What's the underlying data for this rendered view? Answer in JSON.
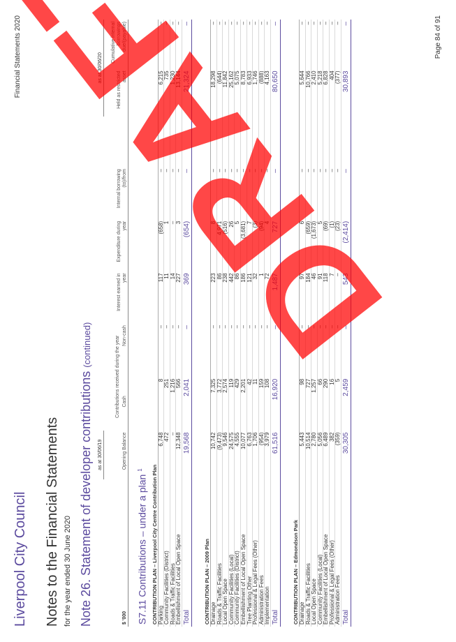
{
  "header": {
    "organisation": "Liverpool City Council",
    "document_title": "Notes to the Financial Statements",
    "period": "for the year ended 30 June 2020",
    "note_title": "Note 26. Statement of developer contributions",
    "note_title_suffix": "(continued)",
    "report_name": "Financial Statements 2020"
  },
  "table": {
    "as_at_opening": "as at 30/06/19",
    "as_at_closing": "as at 30/06/20",
    "columns": {
      "units": "$ '000",
      "opening": "Opening Balance",
      "contrib_group": "Contributions received during the year",
      "cash": "Cash",
      "noncash": "Non-cash",
      "interest": "Interest earned in year",
      "expenditure": "Expenditure during year",
      "borrowing": "Internal borrowing (to)/from",
      "restricted": "Held as restricted asset",
      "cumulative": "Cumulative internal borrowings due/(payable)"
    },
    "section_title": "S7.11 Contributions – under a plan",
    "section_superscript": "1",
    "total_label": "Total"
  },
  "plans": [
    {
      "title": "CONTRIBUTION PLAN – Liverpool City Centre Contribution Plan",
      "rows": [
        {
          "label": "Parking",
          "opening": "6,748",
          "cash": "8",
          "noncash": "–",
          "interest": "117",
          "expenditure": "(658)",
          "borrowing": "–",
          "restricted": "6,215",
          "cumulative": "–"
        },
        {
          "label": "Community Facilities (District)",
          "opening": "472",
          "cash": "251",
          "noncash": "–",
          "interest": "11",
          "expenditure": "1",
          "borrowing": "–",
          "restricted": "735",
          "cumulative": "–"
        },
        {
          "label": "Roads & Traffic Facilities",
          "opening": "–",
          "cash": "1,216",
          "noncash": "–",
          "interest": "14",
          "expenditure": "–",
          "borrowing": "–",
          "restricted": "1,230",
          "cumulative": "–"
        },
        {
          "label": "Embellishment of Local Open Space",
          "opening": "12,348",
          "cash": "566",
          "noncash": "–",
          "interest": "227",
          "expenditure": "3",
          "borrowing": "–",
          "restricted": "13,144",
          "cumulative": "–"
        }
      ],
      "total": {
        "opening": "19,568",
        "cash": "2,041",
        "noncash": "–",
        "interest": "369",
        "expenditure": "(654)",
        "borrowing": "–",
        "restricted": "21,324",
        "cumulative": "–"
      }
    },
    {
      "title": "CONTRIBUTION PLAN – 2009 Plan",
      "rows": [
        {
          "label": "Drainage",
          "opening": "10,742",
          "cash": "7,325",
          "noncash": "–",
          "interest": "223",
          "expenditure": "8",
          "borrowing": "–",
          "restricted": "18,298",
          "cumulative": "–"
        },
        {
          "label": "Roads & Traffic Facilities",
          "opening": "(9,473)",
          "cash": "3,772",
          "noncash": "–",
          "interest": "86",
          "expenditure": "4,971",
          "borrowing": "–",
          "restricted": "(644)",
          "cumulative": "–"
        },
        {
          "label": "Local Open Space",
          "opening": "9,546",
          "cash": "2,574",
          "noncash": "–",
          "interest": "238",
          "expenditure": "(516)",
          "borrowing": "–",
          "restricted": "11,842",
          "cumulative": "–"
        },
        {
          "label": "Community Facilities (Local)",
          "opening": "24,575",
          "cash": "119",
          "noncash": "–",
          "interest": "442",
          "expenditure": "26",
          "borrowing": "–",
          "restricted": "25,162",
          "cumulative": "–"
        },
        {
          "label": "Community Facilities (District)",
          "opening": "4,555",
          "cash": "429",
          "noncash": "–",
          "interest": "86",
          "expenditure": "5",
          "borrowing": "–",
          "restricted": "5,075",
          "cumulative": "–"
        },
        {
          "label": "Embellishment of Local Open Space",
          "opening": "10,077",
          "cash": "2,201",
          "noncash": "–",
          "interest": "186",
          "expenditure": "(3,681)",
          "borrowing": "–",
          "restricted": "8,783",
          "cumulative": "–"
        },
        {
          "label": "Tree Planting Other",
          "opening": "6,763",
          "cash": "42",
          "noncash": "–",
          "interest": "121",
          "expenditure": "7",
          "borrowing": "–",
          "restricted": "6,933",
          "cumulative": "–"
        },
        {
          "label": "Professional & Legal Fees (Other)",
          "opening": "1,706",
          "cash": "11",
          "noncash": "–",
          "interest": "32",
          "expenditure": "(3)",
          "borrowing": "–",
          "restricted": "1,746",
          "cumulative": "–"
        },
        {
          "label": "Administration Fees",
          "opening": "(954)",
          "cash": "159",
          "noncash": "–",
          "interest": "1",
          "expenditure": "(94)",
          "borrowing": "–",
          "restricted": "(888)",
          "cumulative": "–"
        },
        {
          "label": "Implementation",
          "opening": "3,979",
          "cash": "108",
          "noncash": "–",
          "interest": "72",
          "expenditure": "4",
          "borrowing": "–",
          "restricted": "4,163",
          "cumulative": "–"
        }
      ],
      "total": {
        "opening": "61,516",
        "cash": "16,920",
        "noncash": "–",
        "interest": "1,487",
        "expenditure": "727",
        "borrowing": "–",
        "restricted": "80,650",
        "cumulative": "–"
      }
    },
    {
      "title": "CONTRIBUTION PLAN – Edmondson Park",
      "rows": [
        {
          "label": "Drainage",
          "opening": "5,443",
          "cash": "98",
          "noncash": "–",
          "interest": "97",
          "expenditure": "6",
          "borrowing": "–",
          "restricted": "5,644",
          "cumulative": "–"
        },
        {
          "label": "Roads & Traffic Facilities",
          "opening": "10,514",
          "cash": "727",
          "noncash": "–",
          "interest": "184",
          "expenditure": "(659)",
          "borrowing": "–",
          "restricted": "10,766",
          "cumulative": "–"
        },
        {
          "label": "Local Open Space",
          "opening": "2,780",
          "cash": "1,257",
          "noncash": "–",
          "interest": "46",
          "expenditure": "(1,673)",
          "borrowing": "–",
          "restricted": "2,410",
          "cumulative": "–"
        },
        {
          "label": "Community Facilities (Local)",
          "opening": "5,056",
          "cash": "66",
          "noncash": "–",
          "interest": "91",
          "expenditure": "5",
          "borrowing": "–",
          "restricted": "5,218",
          "cumulative": "–"
        },
        {
          "label": "Embellishment of Local Open Space",
          "opening": "6,489",
          "cash": "290",
          "noncash": "–",
          "interest": "118",
          "expenditure": "(69)",
          "borrowing": "–",
          "restricted": "6,828",
          "cumulative": "–"
        },
        {
          "label": "Professional & Legal Fees (Other)",
          "opening": "382",
          "cash": "16",
          "noncash": "–",
          "interest": "7",
          "expenditure": "(1)",
          "borrowing": "–",
          "restricted": "404",
          "cumulative": "–"
        },
        {
          "label": "Administration Fees",
          "opening": "(359)",
          "cash": "5",
          "noncash": "–",
          "interest": "–",
          "expenditure": "(23)",
          "borrowing": "–",
          "restricted": "(377)",
          "cumulative": "–"
        }
      ],
      "total": {
        "opening": "30,305",
        "cash": "2,459",
        "noncash": "–",
        "interest": "543",
        "expenditure": "(2,414)",
        "borrowing": "–",
        "restricted": "30,893",
        "cumulative": "–"
      }
    }
  ],
  "watermark": "DRAFT",
  "footer": {
    "page": "Page 84 of 91"
  },
  "colors": {
    "accent": "#5b4a9e",
    "watermark": "#ff0000"
  }
}
